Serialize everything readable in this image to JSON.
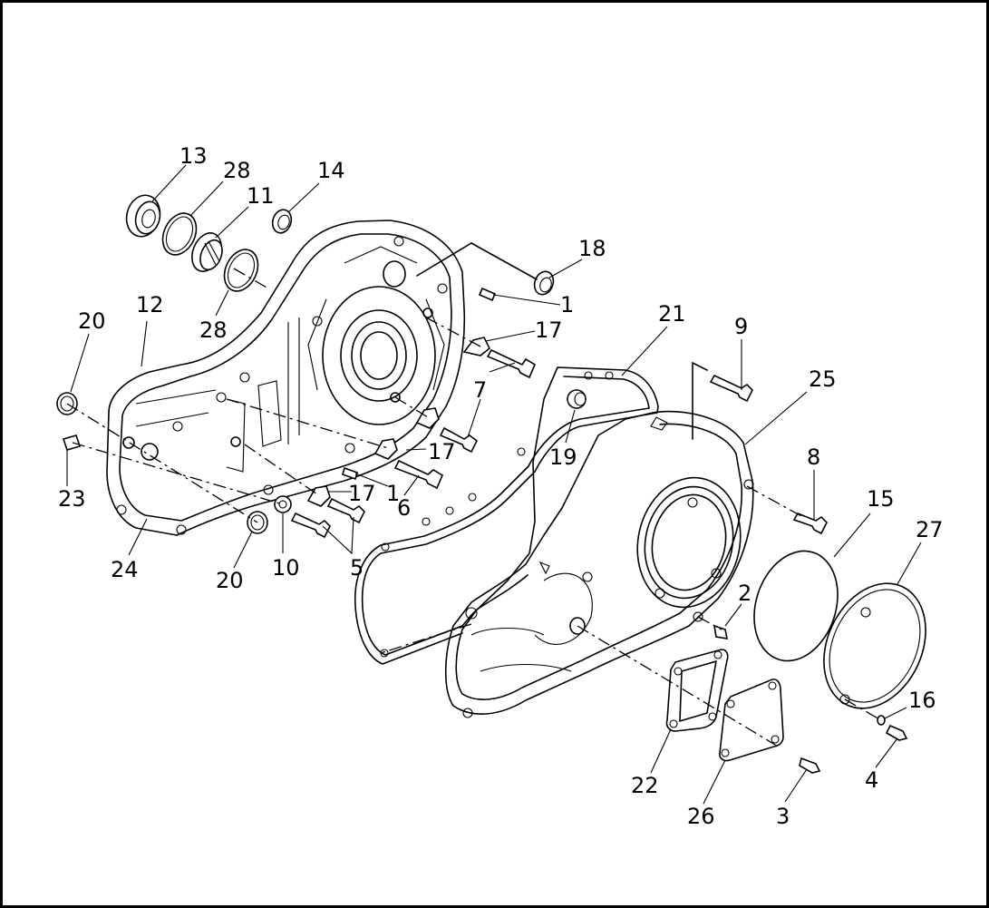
{
  "callouts": {
    "c13": "13",
    "c28a": "28",
    "c11": "11",
    "c14": "14",
    "c28b": "28",
    "c18": "18",
    "c1a": "1",
    "c12": "12",
    "c20a": "20",
    "c17a": "17",
    "c7": "7",
    "c17b": "17",
    "c21": "21",
    "c9": "9",
    "c25": "25",
    "c19": "19",
    "c23": "23",
    "c17c": "17",
    "c1b": "1",
    "c6": "6",
    "c8": "8",
    "c15": "15",
    "c27": "27",
    "c24": "24",
    "c20b": "20",
    "c10": "10",
    "c5": "5",
    "c2": "2",
    "c16": "16",
    "c22": "22",
    "c26": "26",
    "c3": "3",
    "c4": "4"
  }
}
